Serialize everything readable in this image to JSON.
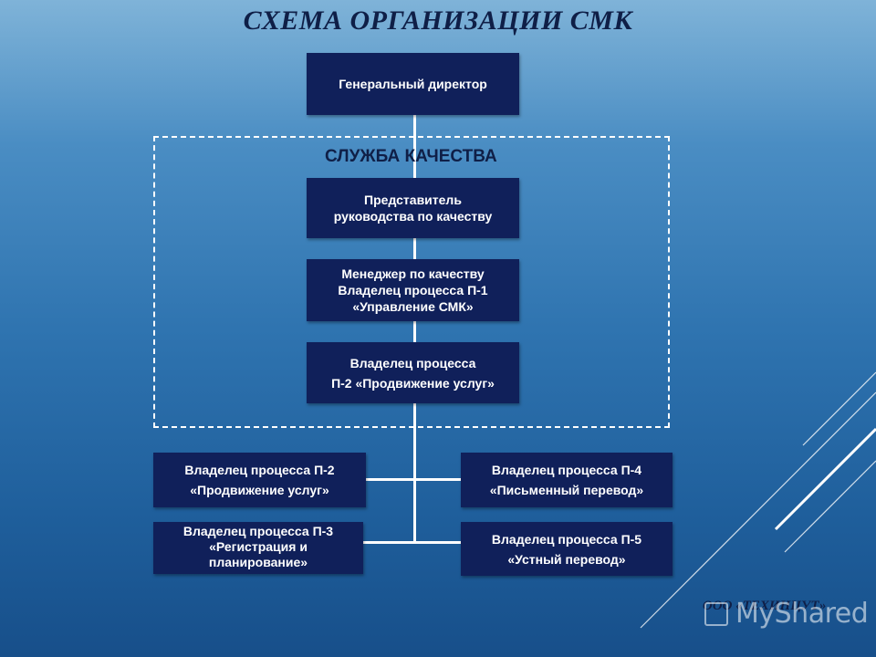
{
  "title": "СХЕМА ОРГАНИЗАЦИИ СМК",
  "section_label": "СЛУЖБА КАЧЕСТВА",
  "nodes": {
    "director": {
      "lines": [
        "Генеральный директор"
      ]
    },
    "quality_rep": {
      "lines": [
        "Представитель",
        "руководства по качеству"
      ]
    },
    "quality_manager": {
      "lines": [
        "Менеджер по качеству",
        "Владелец процесса П-1",
        "«Управление СМК»"
      ]
    },
    "owner_p2_center": {
      "lines": [
        "Владелец процесса",
        "П-2 «Продвижение услуг»"
      ]
    },
    "owner_p2_left": {
      "lines": [
        "Владелец процесса П-2",
        "«Продвижение услуг»"
      ]
    },
    "owner_p3": {
      "lines": [
        "Владелец процесса П-3",
        "«Регистрация и",
        "планирование»"
      ]
    },
    "owner_p4": {
      "lines": [
        "Владелец процесса П-4",
        "«Письменный перевод»"
      ]
    },
    "owner_p5": {
      "lines": [
        "Владелец процесса П-5",
        "«Устный перевод»"
      ]
    }
  },
  "company": "ООО «ТЕХИНЦУТ»",
  "watermark": "MyShared"
}
